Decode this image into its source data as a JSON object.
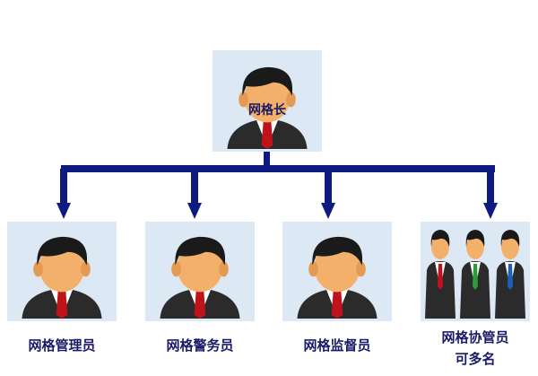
{
  "roles": {
    "leader": "网格长",
    "manager": "网格管理员",
    "police": "网格警务员",
    "supervisor": "网格监督员",
    "assistant_line1": "网格协管员",
    "assistant_line2": "可多名"
  },
  "colors": {
    "connector": "#0d1a80",
    "box": "#dde8f5",
    "label": "#1a1a66",
    "hair": "#1a1a1a",
    "skin": "#f2b06a",
    "suit": "#2b2b2b",
    "shirt": "#ffffff",
    "tie_red": "#c0121a",
    "tie_green": "#2e9a3a",
    "tie_blue": "#1f5fb8"
  },
  "icons": [
    "person-icon"
  ]
}
